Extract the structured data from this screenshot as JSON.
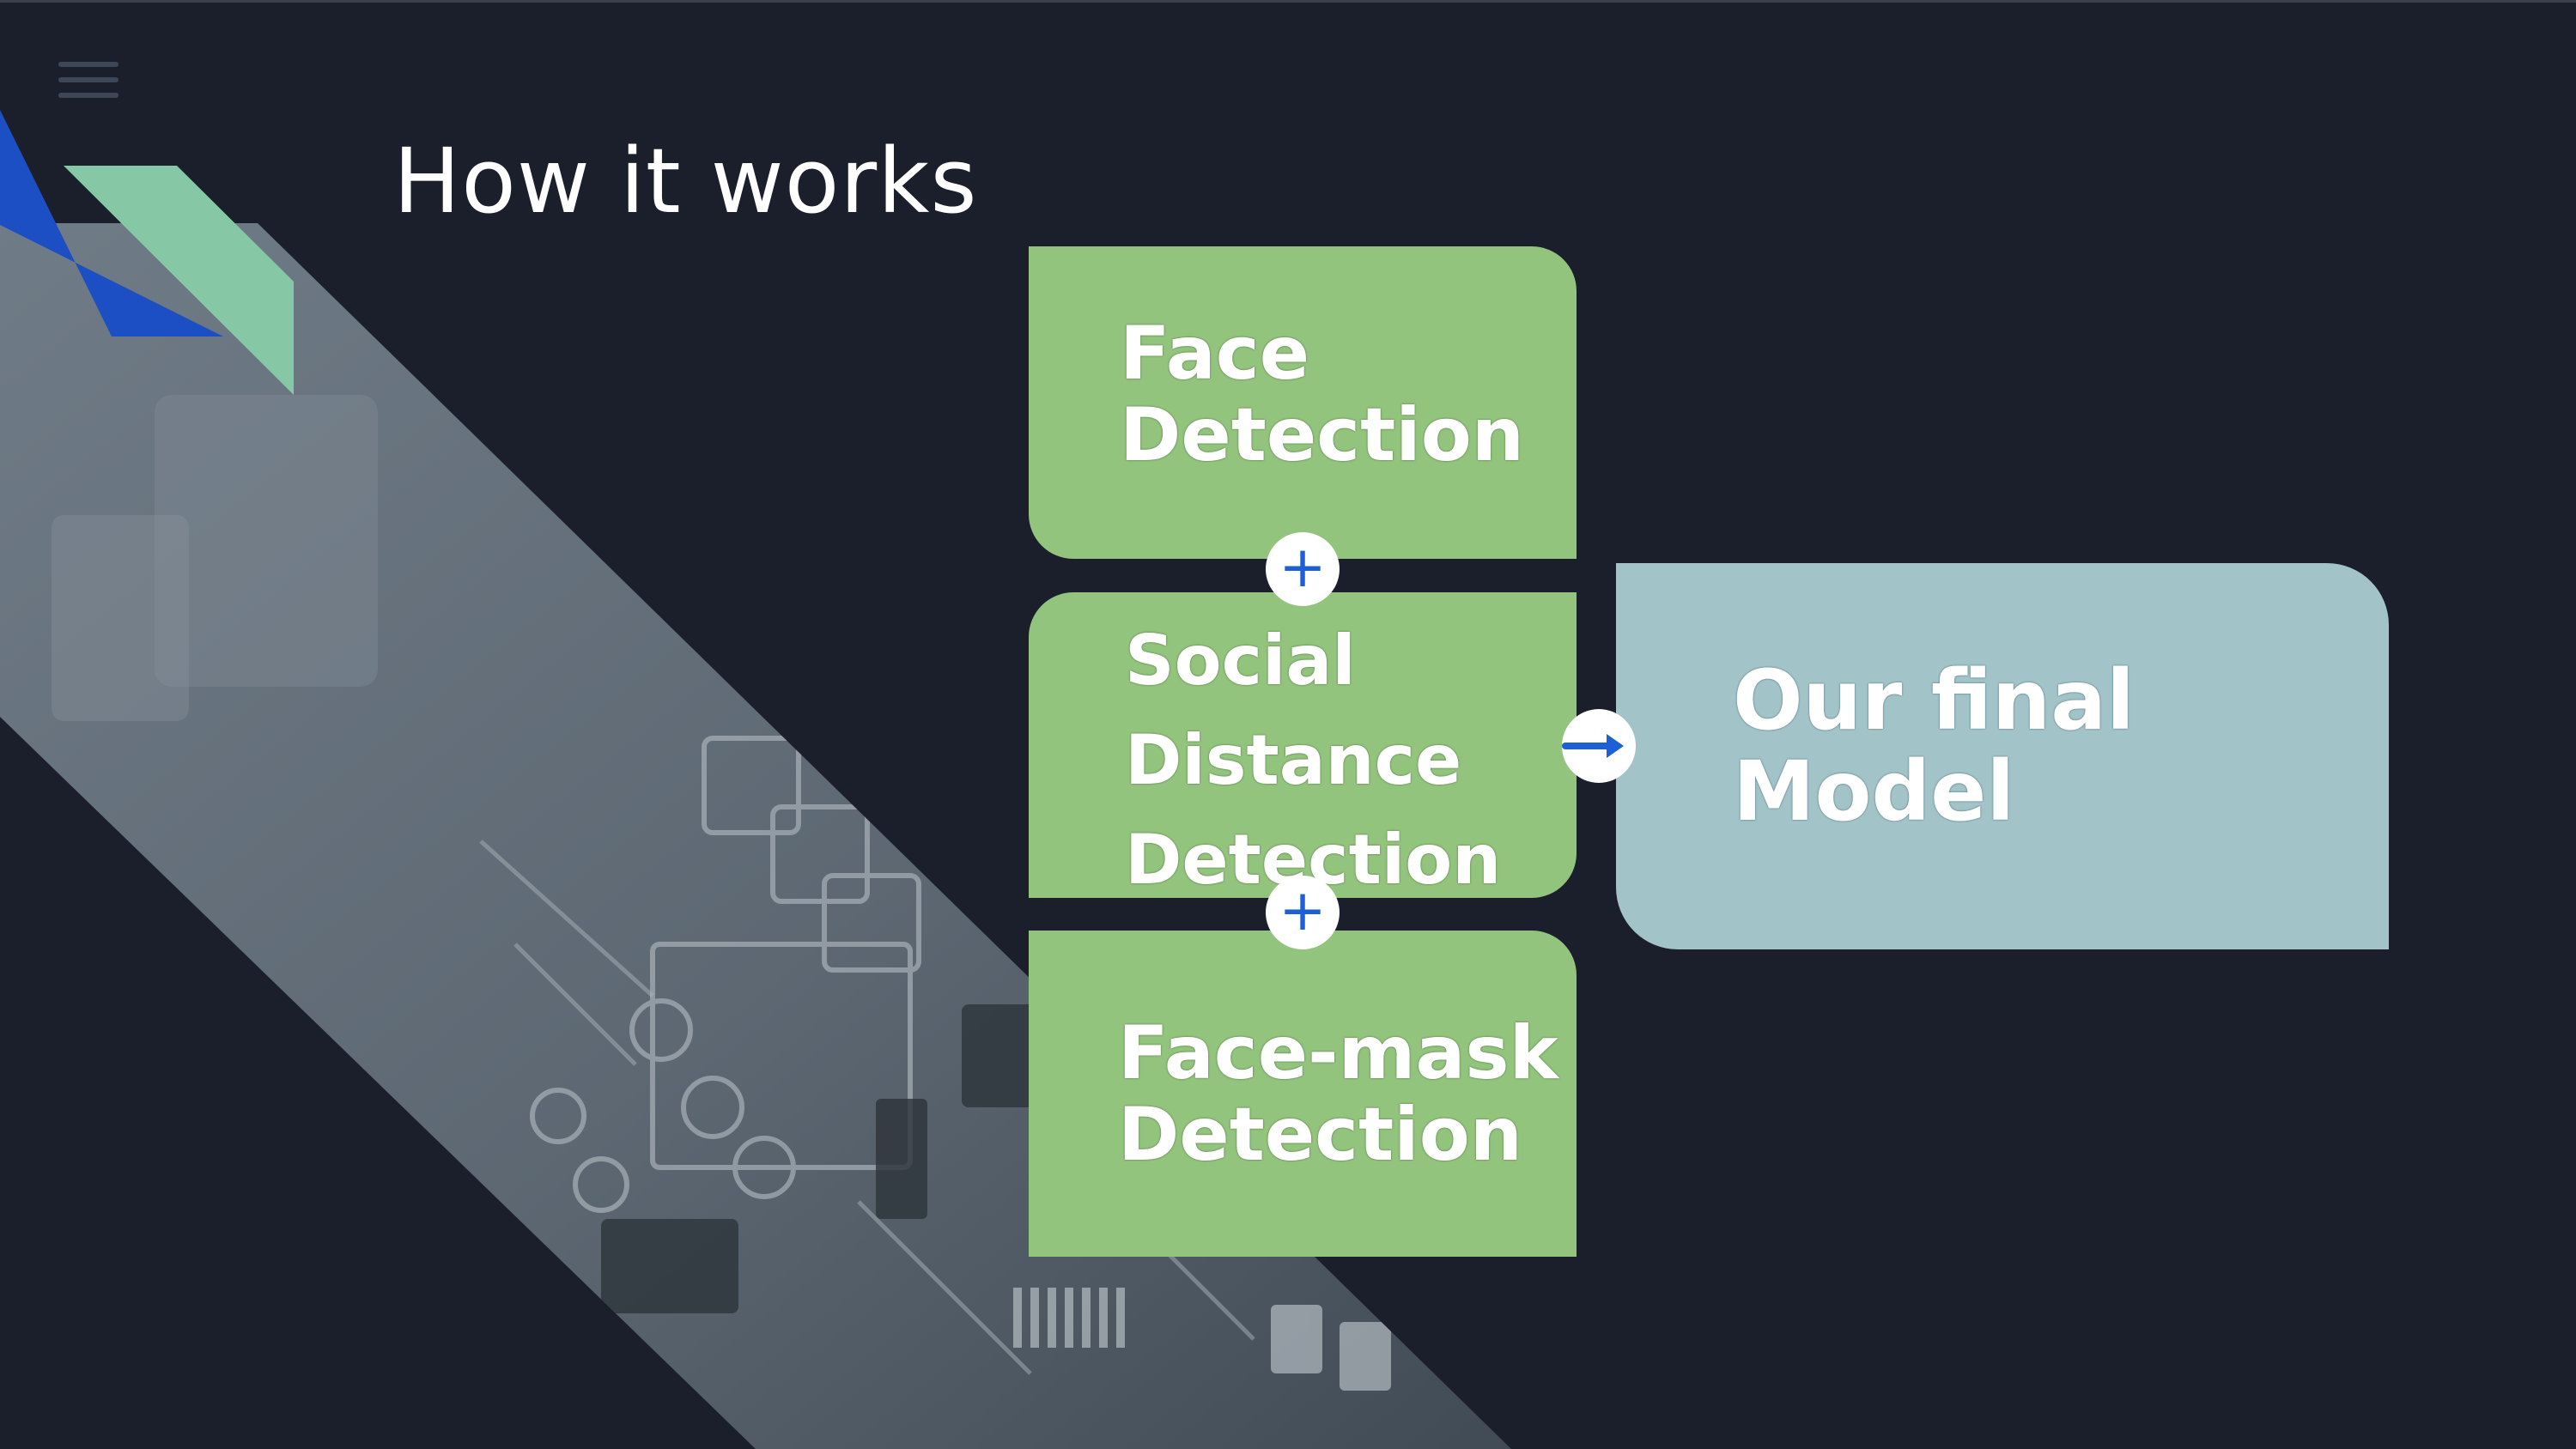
{
  "slide": {
    "title": "How it works"
  },
  "flow": {
    "box_face": [
      "Face",
      "Detection"
    ],
    "box_social": [
      "Social",
      "Distance",
      "Detection"
    ],
    "box_mask": [
      "Face-mask",
      "Detection"
    ],
    "box_final": [
      "Our final",
      "Model"
    ],
    "plus_symbol": "+"
  },
  "icons": {
    "menu": "hamburger-menu-icon",
    "plus": "plus-icon",
    "arrow": "arrow-right-icon"
  },
  "colors": {
    "background": "#1b1f2b",
    "box_green": "#93c47d",
    "box_teal": "#a2c4c9",
    "accent_blue": "#1c4fc4",
    "accent_mint": "#86c8a6",
    "icon_blue": "#1c5fd6"
  }
}
